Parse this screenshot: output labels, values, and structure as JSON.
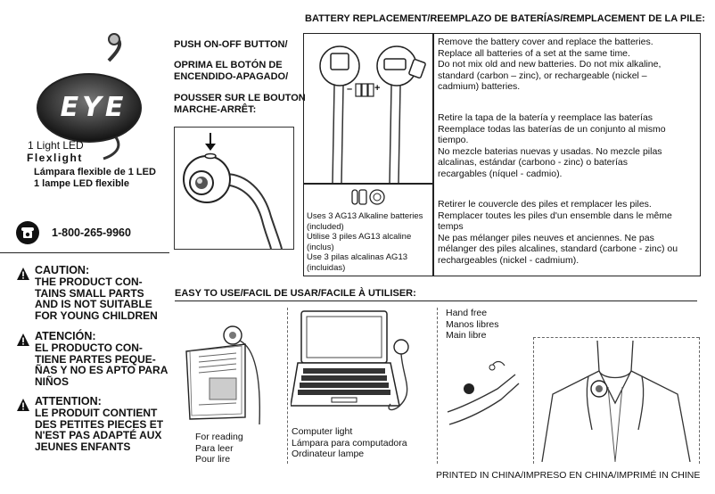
{
  "header": {
    "battery_title": "BATTERY REPLACEMENT/REEMPLAZO DE BATERÍAS/REMPLACEMENT DE LA PILE:"
  },
  "brand": {
    "logo_text": "EYE",
    "tag1": "1 Light LED",
    "tag2": "Flexlight",
    "spanish": "Lámpara flexible de 1 LED",
    "french": "1 lampe LED flexible"
  },
  "phone": {
    "number": "1-800-265-9960"
  },
  "cautions": [
    {
      "title": "CAUTION:",
      "body": [
        "THE PRODUCT CON-",
        "TAINS SMALL PARTS",
        "AND IS NOT SUITABLE",
        "FOR YOUNG CHILDREN"
      ]
    },
    {
      "title": "ATENCIÓN:",
      "body": [
        "EL PRODUCTO CON-",
        "TIENE PARTES PEQUE-",
        "ÑAS Y NO ES APTO PARA",
        "NIÑOS"
      ]
    },
    {
      "title": "ATTENTION:",
      "body": [
        "LE PRODUIT CONTIENT",
        "DES PETITES PIECES ET",
        "N'EST PAS ADAPTÉ AUX",
        "JEUNES ENFANTS"
      ]
    }
  ],
  "push": {
    "en": "PUSH ON-OFF BUTTON/",
    "es1": "OPRIMA EL BOTÓN DE",
    "es2": "ENCENDIDO-APAGADO/",
    "fr1": "POUSSER SUR LE BOUTON",
    "fr2": "MARCHE-ARRÊT:"
  },
  "battery_instructions": {
    "en": [
      "Remove the battery cover and replace the batteries.",
      "Replace all batteries of a set at the same time.",
      "Do not mix old and new batteries. Do not mix alkaline,",
      "standard (carbon – zinc), or rechargeable (nickel –",
      "cadmium) batteries."
    ],
    "es": [
      "Retire la tapa de la batería y reemplace las baterías",
      "Reemplace todas las baterías de un conjunto al mismo",
      "tiempo.",
      "No mezcle baterias nuevas y usadas. No mezcle pilas",
      "alcalinas, estándar (carbono - zinc) o baterías",
      "recargables (níquel - cadmio)."
    ],
    "fr": [
      "Retirer le couvercle des piles et remplacer les piles.",
      "Remplacer toutes les piles d'un ensemble dans le même",
      "temps",
      "Ne pas mélanger piles neuves et anciennes. Ne pas",
      "mélanger des piles alcalines, standard (carbone - zinc) ou",
      "rechargeables (nickel - cadmium)."
    ]
  },
  "battery_labels": {
    "polarity_minus": "–",
    "polarity_plus": "+",
    "uses": [
      "Uses 3 AG13 Alkaline batteries",
      "(included)",
      "Utilise 3 piles AG13 alcaline",
      "(inclus)",
      "Use 3 pilas alcalinas AG13",
      "(incluidas)"
    ]
  },
  "easy_use": {
    "title": "EASY TO USE/FACIL DE USAR/FACILE À UTILISER:",
    "reading": [
      "For reading",
      "Para leer",
      "Pour lire"
    ],
    "computer": [
      "Computer light",
      "Lámpara para computadora",
      "Ordinateur lampe"
    ],
    "hands": [
      "Hand free",
      "Manos libres",
      "Main libre"
    ]
  },
  "footer": {
    "printed": "PRINTED IN CHINA/IMPRESO EN CHINA/IMPRIMÉ IN CHINE"
  }
}
